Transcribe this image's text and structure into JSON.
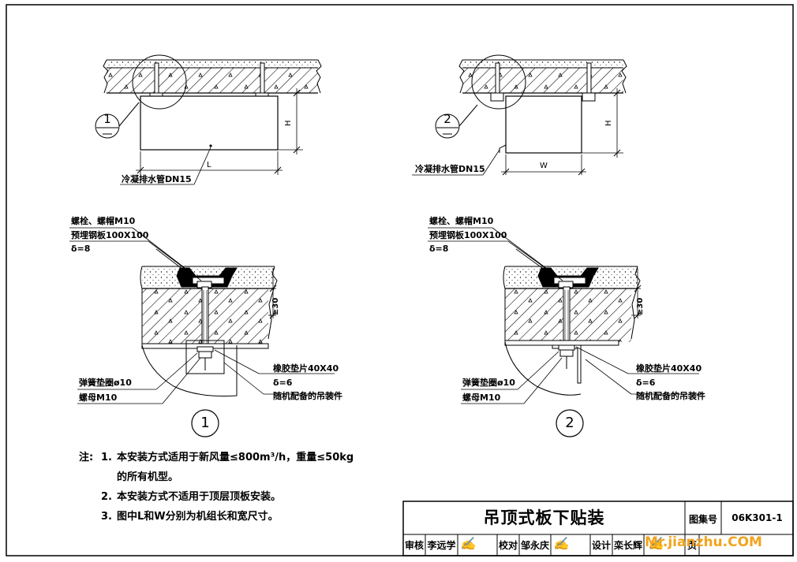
{
  "detail_top_left": {
    "callout_number": "1",
    "dim_height": "H",
    "dim_length": "L",
    "drain_label": "冷凝排水管DN15"
  },
  "detail_top_right": {
    "callout_number": "2",
    "dim_height": "H",
    "dim_width": "W",
    "drain_label": "冷凝排水管DN15"
  },
  "detail_1": {
    "label_bolt": "螺栓、螺帽M10",
    "label_plate": "预埋钢板100X100",
    "label_plate_thk": "δ=8",
    "dim_min": "≥30",
    "label_pad": "橡胶垫片40X40",
    "label_pad_thk": "δ=6",
    "label_washer": "弹簧垫圈ø10",
    "label_nut": "螺母M10",
    "label_hanger": "随机配备的吊装件",
    "number": "1"
  },
  "detail_2": {
    "label_bolt": "螺栓、螺帽M10",
    "label_plate": "预埋钢板100X100",
    "label_plate_thk": "δ=8",
    "dim_min": "≥30",
    "label_pad": "橡胶垫片40X40",
    "label_pad_thk": "δ=6",
    "label_washer": "弹簧垫圈ø10",
    "label_nut": "螺母M10",
    "label_hanger": "随机配备的吊装件",
    "number": "2"
  },
  "notes": {
    "prefix": "注:",
    "items": [
      {
        "num": "1.",
        "text": "本安装方式适用于新风量≤800m³/h，重量≤50kg"
      },
      {
        "num": "",
        "text": "的所有机型。"
      },
      {
        "num": "2.",
        "text": "本安装方式不适用于顶层顶板安装。"
      },
      {
        "num": "3.",
        "text": "图中L和W分别为机组长和宽尺寸。"
      }
    ]
  },
  "title_block": {
    "title": "吊顶式板下贴装",
    "atlas_label": "图集号",
    "atlas_number": "06K301-1",
    "review_label": "审核",
    "review_name": "李远学",
    "check_label": "校对",
    "check_name": "邹永庆",
    "design_label": "设计",
    "design_name": "栾长辉",
    "page_label": "页",
    "watermark": "Mr.jianzhu.COM"
  },
  "colors": {
    "line": "#000000",
    "watermark": "#f2a31f"
  }
}
